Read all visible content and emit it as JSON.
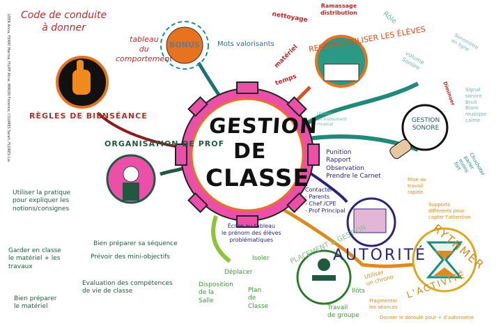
{
  "authors": "IZIER Anna, FERRY Marina, FILIPP Aline, MIRON Florence, COUMES Sarah, FLORES Lia",
  "center": {
    "line1": "GESTION",
    "line2": "DE",
    "line3": "CLASSE"
  },
  "regles": {
    "title": "RÈGLES DE BIENSÉANCE",
    "items": [
      "Code de conduite\nà donner",
      "tableau\ndu\ncomportement"
    ]
  },
  "bonus": {
    "title": "BONUS",
    "items": [
      "Mots valorisants"
    ]
  },
  "responsabiliser": {
    "title": "RESPONSABILISER LES ÉLÈVES",
    "items": [
      "nettoyage",
      "Ramassage\ndistribution",
      "matériel",
      "temps"
    ]
  },
  "sonore": {
    "title": "GESTION SONORE",
    "items": [
      "Rôle",
      "volume\nSonore",
      "Sonomètre\nen ligne",
      "Signal\nsonore\nBruit\nBlanc\nmusique\ncalme",
      "Diminuer",
      "Chuchoter\nparler\nmoins\nfort",
      "Utiliser\nun instrument\nmusical"
    ]
  },
  "organisation": {
    "title": "ORGANISATION DE PROF",
    "items": [
      "Utiliser la pratique\npour expliquer les\nnotions/consignes",
      "Garder en classe\nle matériel + les\ntravaux",
      "Bien préparer sa séquence",
      "Prévoir des mini-objectifs",
      "Evaluation des compétences\nde vie de classe",
      "Bien préparer\nle matériel"
    ]
  },
  "autorite": {
    "title": "AUTORITÉ",
    "items": [
      "Punition\nRapport\nObservation\nPrendre le Carnet",
      "Contacter\n- Parents\n- Chef /CPE\n- Prof Principal",
      "Écrire au tableau\nle prénom des élèves\nproblématiques"
    ]
  },
  "placement": {
    "title": "PLACEMENT & GESTION",
    "items": [
      "Isoler",
      "Déplacer",
      "Disposition\nde la\nSalle",
      "Plan\nde\nClasse",
      "Travail\nde groupe",
      "Ilôts"
    ]
  },
  "rythmer": {
    "title": "RYTHMER",
    "subtitle": "L'ACTIVITÉ",
    "items": [
      "Mise au\ntravail\nrapide",
      "Supports\ndifférents pour\ncapter l'attention",
      "Utiliser\nun chrono",
      "Fragmenter\nles séances",
      "Donner le déroulé pour + d'autonomie"
    ]
  },
  "colors": {
    "gear": "#ec4fa8",
    "regles": "#c0282a",
    "bonus": "#e8731e",
    "responsabiliser": "#d8501e",
    "sonore": "#1f8a78",
    "organisation": "#1f5a40",
    "autorite": "#2a2378",
    "placement": "#3f9a3a",
    "rythmer": "#d9a81c"
  }
}
